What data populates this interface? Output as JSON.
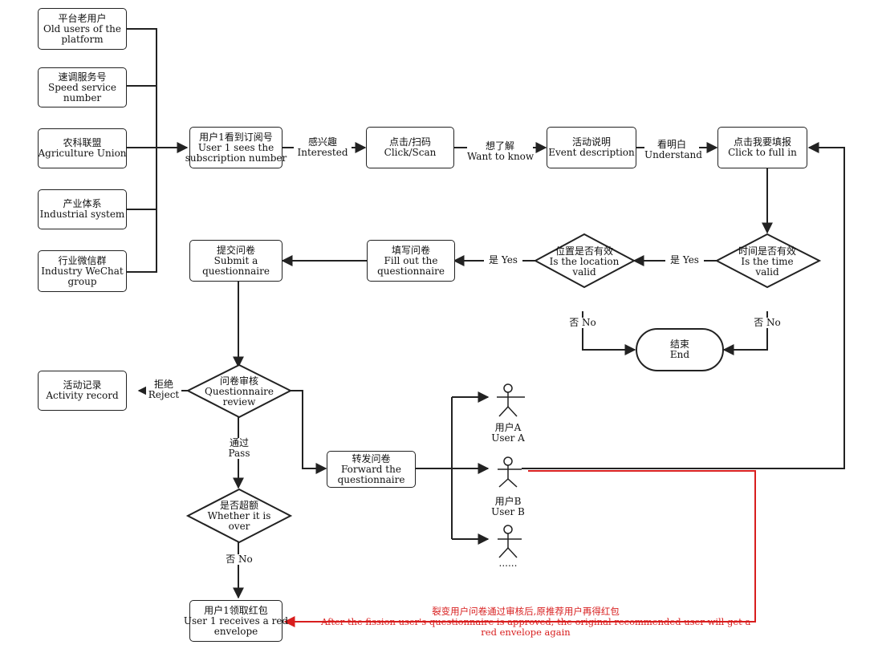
{
  "sources": [
    {
      "zh": "平台老用户",
      "en1": "Old users of the",
      "en2": "platform"
    },
    {
      "zh": "速调服务号",
      "en1": "Speed service",
      "en2": "number"
    },
    {
      "zh": "农科联盟",
      "en1": "Agriculture Union",
      "en2": ""
    },
    {
      "zh": "产业体系",
      "en1": "Industrial system",
      "en2": ""
    },
    {
      "zh": "行业微信群",
      "en1": "Industry WeChat",
      "en2": "group"
    }
  ],
  "nodes": {
    "user_sees": {
      "zh": "用户1看到订阅号",
      "en1": "User 1 sees the",
      "en2": "subscription number"
    },
    "click_scan": {
      "zh": "点击/扫码",
      "en1": "Click/Scan",
      "en2": ""
    },
    "event_desc": {
      "zh": "活动说明",
      "en1": "Event description",
      "en2": ""
    },
    "click_fill": {
      "zh": "点击我要填报",
      "en1": "Click to full in",
      "en2": ""
    },
    "time_valid": {
      "zh": "时间是否有效",
      "en1": "Is the time",
      "en2": "valid"
    },
    "location_valid": {
      "zh": "位置是否有效",
      "en1": "Is the location",
      "en2": "valid"
    },
    "fill_out": {
      "zh": "填写问卷",
      "en1": "Fill out the",
      "en2": "questionnaire"
    },
    "submit": {
      "zh": "提交问卷",
      "en1": "Submit a",
      "en2": "questionnaire"
    },
    "end": {
      "zh": "结束",
      "en1": "End"
    },
    "review": {
      "zh": "问卷审核",
      "en1": "Questionnaire",
      "en2": "review"
    },
    "activity_record": {
      "zh": "活动记录",
      "en1": "Activity record"
    },
    "forward": {
      "zh": "转发问卷",
      "en1": "Forward the",
      "en2": "questionnaire"
    },
    "over": {
      "zh": "是否超额",
      "en1": "Whether it is",
      "en2": "over"
    },
    "receive": {
      "zh": "用户1领取红包",
      "en1": "User 1 receives a red",
      "en2": "envelope"
    }
  },
  "edge_labels": {
    "interested": {
      "zh": "感兴趣",
      "en": "Interested"
    },
    "want_know": {
      "zh": "想了解",
      "en": "Want to know"
    },
    "understand": {
      "zh": "看明白",
      "en": "Understand"
    },
    "yes1": "是 Yes",
    "yes2": "是 Yes",
    "no1": "否 No",
    "no2": "否 No",
    "reject": {
      "zh": "拒绝",
      "en": "Reject"
    },
    "pass": {
      "zh": "通过",
      "en": "Pass"
    },
    "no3": "否 No"
  },
  "users": [
    {
      "zh": "用户A",
      "en": "User A"
    },
    {
      "zh": "用户B",
      "en": "User B"
    },
    {
      "zh": "......",
      "en": ""
    }
  ],
  "note": {
    "zh": "裂变用户问卷通过审核后,原推荐用户再得红包",
    "en1": "After the fission user's questionnaire is approved, the original recommended user will get a",
    "en2": "red envelope again"
  },
  "colors": {
    "line": "#222222",
    "accent": "#d81e1e"
  }
}
